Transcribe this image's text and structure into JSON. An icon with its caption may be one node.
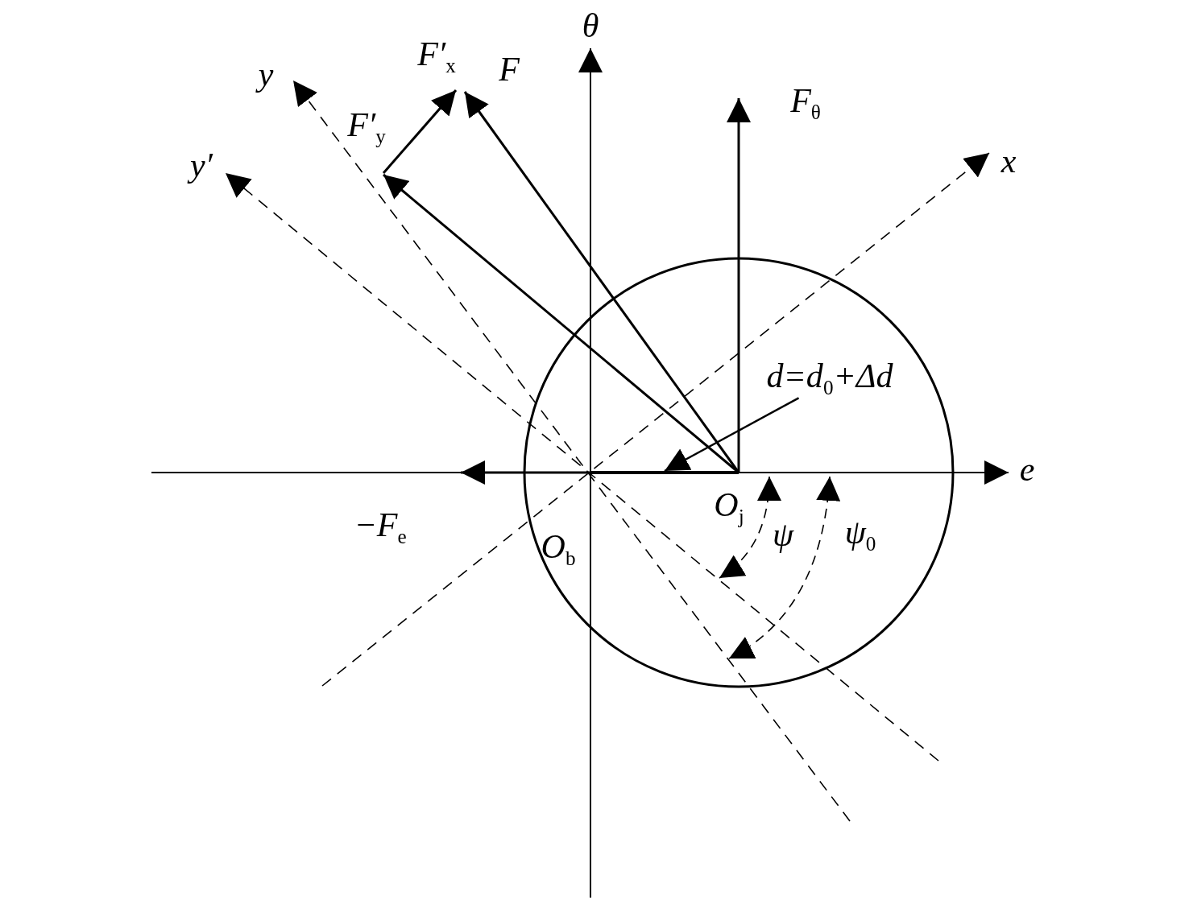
{
  "diagram": {
    "nodes": [
      {
        "text": [
          "d=d$_{0}$+Δd"
        ]
      },
      {
        "text": [],
        "shape": "bar"
      }
    ],
    "edges": [
      {
        "from": 0,
        "to": 1,
        "arrow": "to"
      }
    ],
    "labels": [
      "θ",
      "y",
      "F′$_{x}$",
      "F",
      "F$_{θ}$",
      "x",
      "F′$_{y}$",
      "y′",
      "e",
      "−F$_{e}$",
      "O$_{b}$",
      "O$_{j}$",
      "ψ",
      "ψ$_{0}$"
    ]
  }
}
